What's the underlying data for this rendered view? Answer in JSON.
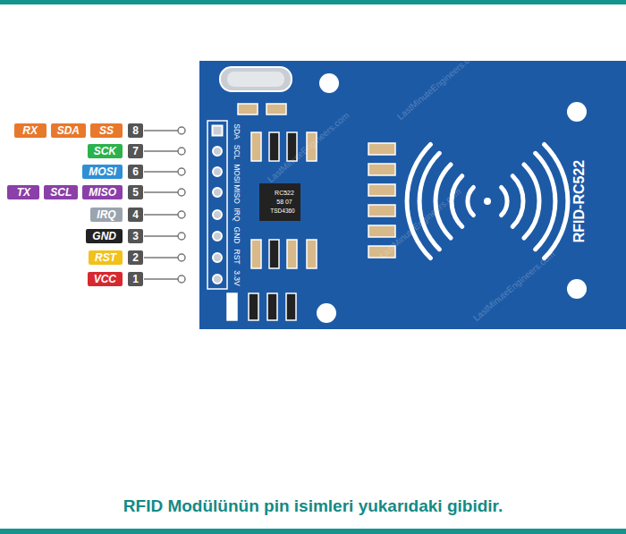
{
  "diagram": {
    "caption": "RFID Modülünün pin isimleri yukarıdaki gibidir.",
    "nodes": [
      {
        "text": [
          "RX"
        ]
      },
      {
        "text": [
          "SDA"
        ]
      },
      {
        "text": [
          "SS"
        ]
      },
      {
        "text": [
          "8"
        ]
      },
      {
        "text": [
          "SCK"
        ]
      },
      {
        "text": [
          "7"
        ]
      },
      {
        "text": [
          "MOSI"
        ]
      },
      {
        "text": [
          "6"
        ]
      },
      {
        "text": [
          "TX"
        ]
      },
      {
        "text": [
          "SCL"
        ]
      },
      {
        "text": [
          "MISO"
        ]
      },
      {
        "text": [
          "5"
        ]
      },
      {
        "text": [
          "IRQ"
        ]
      },
      {
        "text": [
          "4"
        ]
      },
      {
        "text": [
          "GND"
        ]
      },
      {
        "text": [
          "3"
        ]
      },
      {
        "text": [
          "RST"
        ]
      },
      {
        "text": [
          "2"
        ]
      },
      {
        "text": [
          "VCC"
        ]
      },
      {
        "text": [
          "1"
        ]
      }
    ],
    "labels": [
      "SDA",
      "SCL",
      "MOSI",
      "MISO",
      "IRQ",
      "GND",
      "RST",
      "3.3V",
      "RFID-RC522",
      "RC522",
      "58 07",
      "TSD4360",
      "LastMinuteEngineers.com",
      "LastMinuteEngineers.com",
      "LastMinuteEngineers.com",
      "LastMinuteEngineers.com"
    ]
  }
}
